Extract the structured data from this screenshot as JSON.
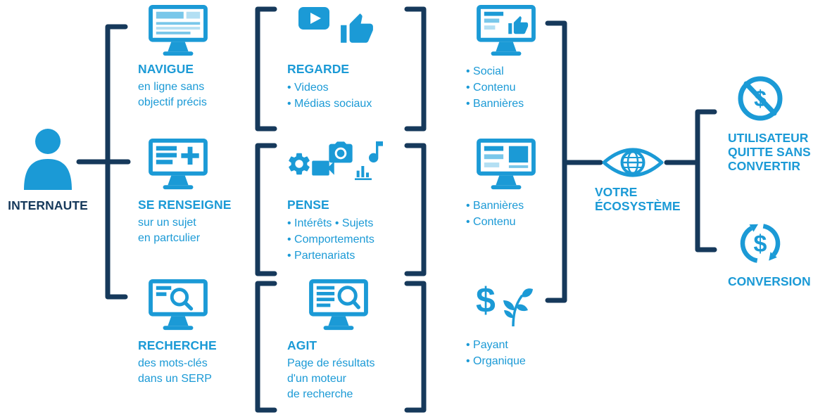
{
  "colors": {
    "blue": "#1b9ad6",
    "light_blue": "#79c7ea",
    "lighter_blue": "#b3dff3",
    "navy": "#16395b"
  },
  "persona": {
    "label": "INTERNAUTE"
  },
  "behaviors": [
    {
      "title": "NAVIGUE",
      "lines": [
        "en ligne sans",
        "objectif précis"
      ]
    },
    {
      "title": "SE RENSEIGNE",
      "lines": [
        "sur un sujet",
        "en partculier"
      ]
    },
    {
      "title": "RECHERCHE",
      "lines": [
        "des mots-clés",
        "dans un SERP"
      ]
    }
  ],
  "intents": [
    {
      "title": "REGARDE",
      "lines": [
        "• Videos",
        "• Médias sociaux"
      ]
    },
    {
      "title": "PENSE",
      "lines": [
        "• Intérêts • Sujets",
        "• Comportements",
        "• Partenariats"
      ]
    },
    {
      "title": "AGIT",
      "lines": [
        "Page de résultats",
        "d'un moteur",
        "de recherche"
      ]
    }
  ],
  "channels": [
    {
      "lines": [
        "• Social",
        "• Contenu",
        "• Bannières"
      ]
    },
    {
      "lines": [
        "• Bannières",
        "• Contenu"
      ]
    },
    {
      "lines": [
        "• Payant",
        "• Organique"
      ]
    }
  ],
  "ecosystem": {
    "lines": [
      "VOTRE",
      "ÉCOSYSTÈME"
    ]
  },
  "outcomes": [
    {
      "lines": [
        "UTILISATEUR",
        "QUITTE SANS",
        "CONVERTIR"
      ]
    },
    {
      "lines": [
        "CONVERSION"
      ]
    }
  ],
  "symbols": {
    "dollar": "$"
  },
  "icons": {
    "persona": "person-silhouette",
    "navigue": "monitor-browser",
    "regarde": [
      "video-play-button",
      "thumbs-up"
    ],
    "se_renseigne": "monitor-plus",
    "pense": [
      "gear",
      "video-camera",
      "photo-camera",
      "bar-chart",
      "music-note"
    ],
    "recherche": "monitor-magnifier",
    "agit": "monitor-serp-magnifier",
    "channels_row1": "monitor-thumbs-up",
    "channels_row2": "monitor-banner",
    "channels_row3": [
      "dollar-sign",
      "plant-sprout"
    ],
    "ecosystem": "eye-globe",
    "no_conversion": "dollar-crossed-circle",
    "conversion": "dollar-refresh-arrows"
  }
}
